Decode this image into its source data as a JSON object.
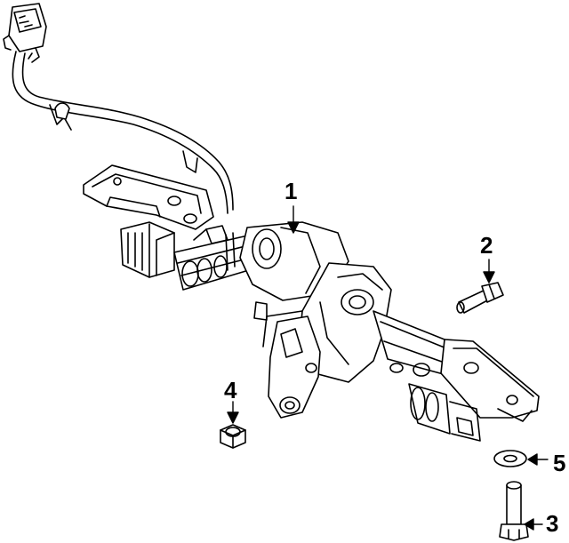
{
  "diagram": {
    "callouts": [
      {
        "id": "1",
        "label": "1",
        "part": "steering-column-assembly"
      },
      {
        "id": "2",
        "label": "2",
        "part": "bolt"
      },
      {
        "id": "3",
        "label": "3",
        "part": "bolt"
      },
      {
        "id": "4",
        "label": "4",
        "part": "nut"
      },
      {
        "id": "5",
        "label": "5",
        "part": "washer"
      }
    ],
    "line_color": "#000000",
    "background": "#ffffff"
  }
}
